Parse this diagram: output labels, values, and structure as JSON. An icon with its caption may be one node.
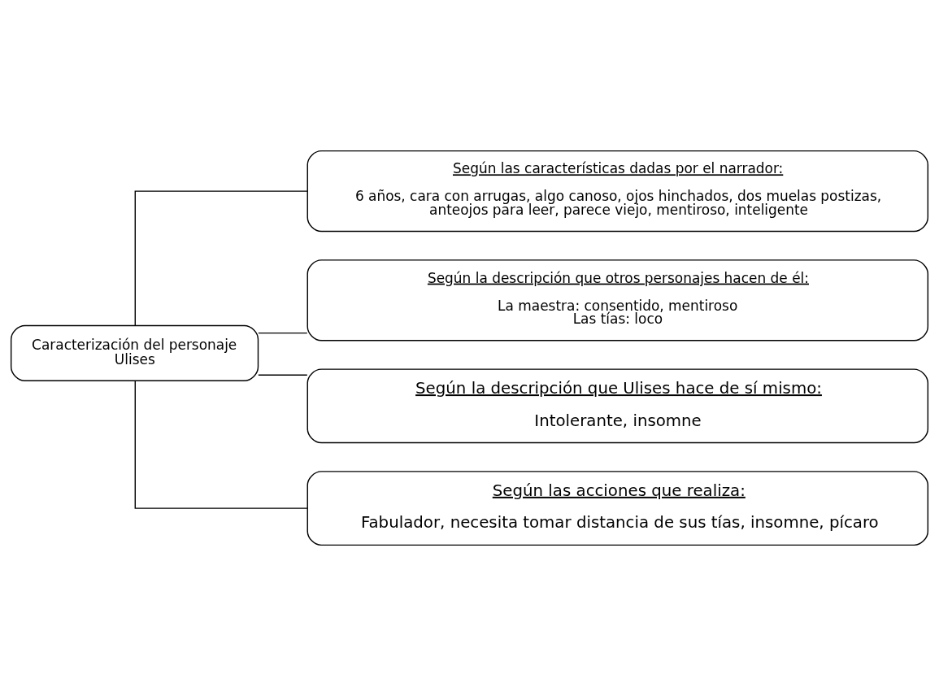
{
  "diagram": {
    "nodes": [
      {
        "text": [
          "Caracterización del personaje Ulises"
        ]
      },
      {
        "text": [
          "Según las características dadas por el narrador:",
          "6 años, cara con arrugas, algo canoso, ojos hinchados, dos muelas postizas, anteojos para leer, parece viejo, mentiroso, inteligente"
        ]
      },
      {
        "text": [
          "Según la descripción que otros personajes hacen de él:",
          "La maestra: consentido, mentiroso",
          "Las tías: loco"
        ]
      },
      {
        "text": [
          "Según la descripción que Ulises hace de sí mismo:",
          "Intolerante, insomne"
        ]
      },
      {
        "text": [
          "Según las acciones que realiza:",
          "Fabulador, necesita tomar distancia de sus tías, insomne, pícaro"
        ]
      }
    ],
    "edges": [
      {
        "from": 0,
        "to": 1,
        "arrow": "none"
      },
      {
        "from": 0,
        "to": 2,
        "arrow": "none"
      },
      {
        "from": 0,
        "to": 3,
        "arrow": "none"
      },
      {
        "from": 0,
        "to": 4,
        "arrow": "none"
      }
    ]
  }
}
